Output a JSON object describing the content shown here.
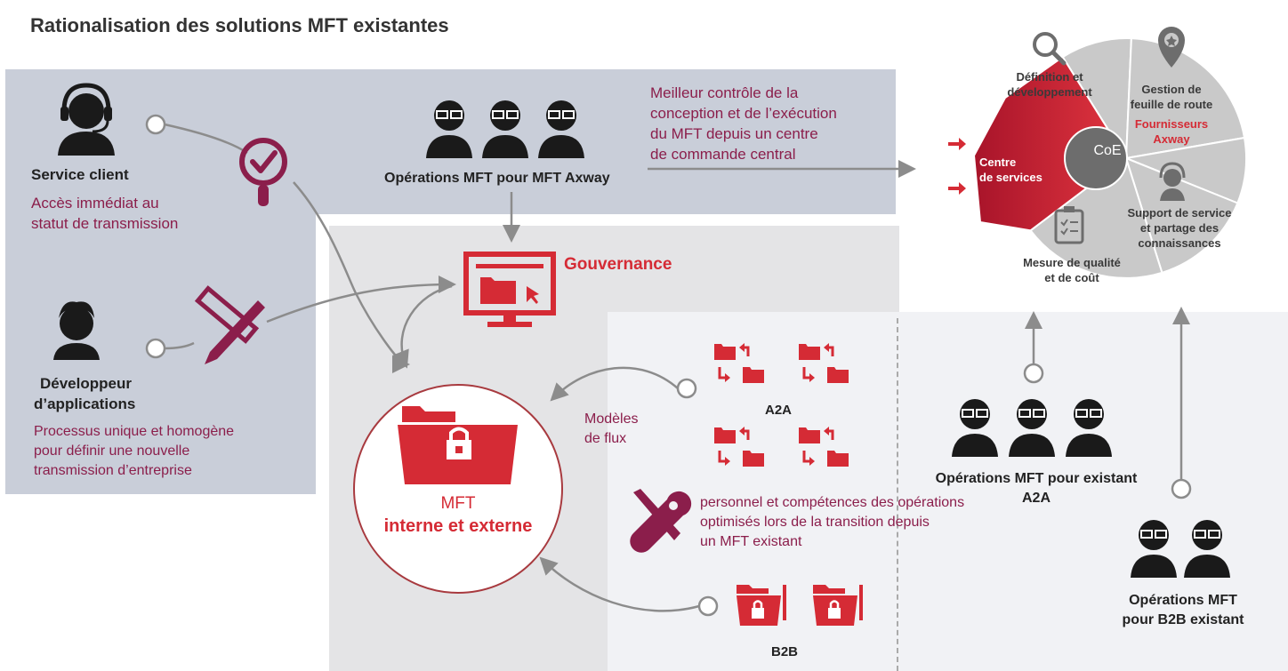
{
  "title": "Rationalisation des solutions MFT existantes",
  "colors": {
    "red": "#d52b35",
    "purple": "#8b1e4b",
    "panel_blue": "#c9ced9",
    "panel_grey": "#e4e4e6",
    "wheel_grey": "#c9c9c9",
    "coe": "#6d6d6d"
  },
  "service_client": {
    "label": "Service client",
    "desc_1": "Accès immédiat au",
    "desc_2": "statut de transmission"
  },
  "developpeur": {
    "label_1": "Développeur",
    "label_2": "d’applications",
    "desc_1": "Processus unique et homogène",
    "desc_2": "pour définir une nouvelle",
    "desc_3": "transmission d’entreprise"
  },
  "ops_axway": {
    "label": "Opérations MFT pour MFT Axway",
    "desc_1": "Meilleur contrôle de la",
    "desc_2": "conception et de l’exécution",
    "desc_3": "du MFT depuis un centre",
    "desc_4": "de commande central"
  },
  "gouvernance": "Gouvernance",
  "mft": {
    "line1": "MFT",
    "line2": "interne et externe"
  },
  "modeles": {
    "line1": "Modèles",
    "line2": "de flux"
  },
  "a2a": "A2A",
  "b2b": "B2B",
  "personnel": {
    "line1": "personnel et compétences des opérations",
    "line2": "optimisés lors de la transition depuis",
    "line3": "un MFT existant"
  },
  "ops_a2a": {
    "line1": "Opérations MFT pour existant",
    "line2": "A2A"
  },
  "ops_b2b": {
    "line1": "Opérations MFT",
    "line2": "pour B2B existant"
  },
  "wheel": {
    "center": "CoE",
    "definition": {
      "line1": "Définition et",
      "line2": "développement"
    },
    "gestion": {
      "line1": "Gestion de",
      "line2": "feuille de route",
      "line3": "Fournisseurs",
      "line4": "Axway"
    },
    "support": {
      "line1": "Support de service",
      "line2": "et partage des",
      "line3": "connaissances"
    },
    "mesure": {
      "line1": "Mesure de qualité",
      "line2": "et de coût"
    },
    "centre": {
      "line1": "Centre",
      "line2": "de services"
    }
  },
  "icons": [
    "headset-agent-icon",
    "magnifier-check-icon",
    "developer-icon",
    "ruler-pencil-icon",
    "group-icon",
    "monitor-folder-icon",
    "locked-folder-icon",
    "folder-sync-icon",
    "tools-icon",
    "locked-folder-b2b-icon",
    "search-icon",
    "location-star-icon",
    "headset-icon",
    "clipboard-checklist-icon"
  ]
}
